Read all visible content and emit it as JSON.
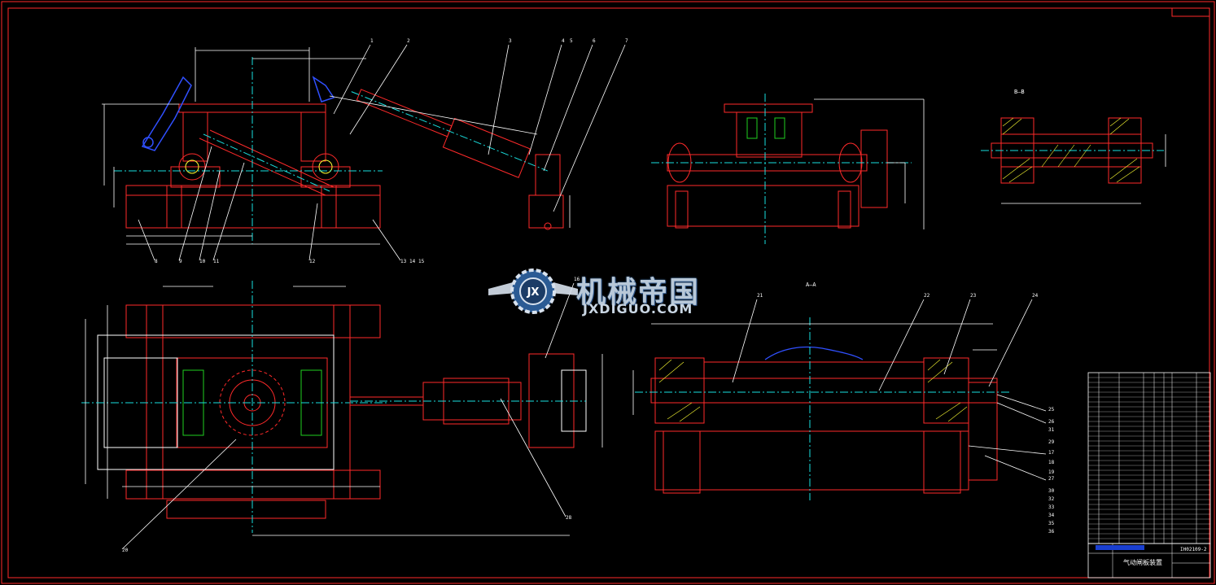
{
  "watermark": {
    "cn": "机械帝国",
    "en": "JXDIGUO.COM",
    "badge": "JX"
  },
  "view_labels": {
    "bb": "B—B",
    "aa": "A—A"
  },
  "drawing_title": "气动闸板装置",
  "drawing_number": "IH02109-2",
  "part_balloons": [
    "1",
    "2",
    "3",
    "4",
    "5",
    "6",
    "7",
    "8",
    "9",
    "10",
    "11",
    "12",
    "13",
    "14",
    "15",
    "16",
    "17",
    "18",
    "19",
    "20",
    "21",
    "22",
    "23",
    "24",
    "25",
    "26",
    "27",
    "28",
    "29",
    "30",
    "31",
    "32",
    "33",
    "34",
    "35",
    "36"
  ],
  "colors": {
    "outline": "#ff2a2a",
    "centerline": "#19e0e0",
    "dim": "#ffffff",
    "hidden": "#20d020",
    "accent": "#ffff33",
    "blue": "#3050ff"
  }
}
